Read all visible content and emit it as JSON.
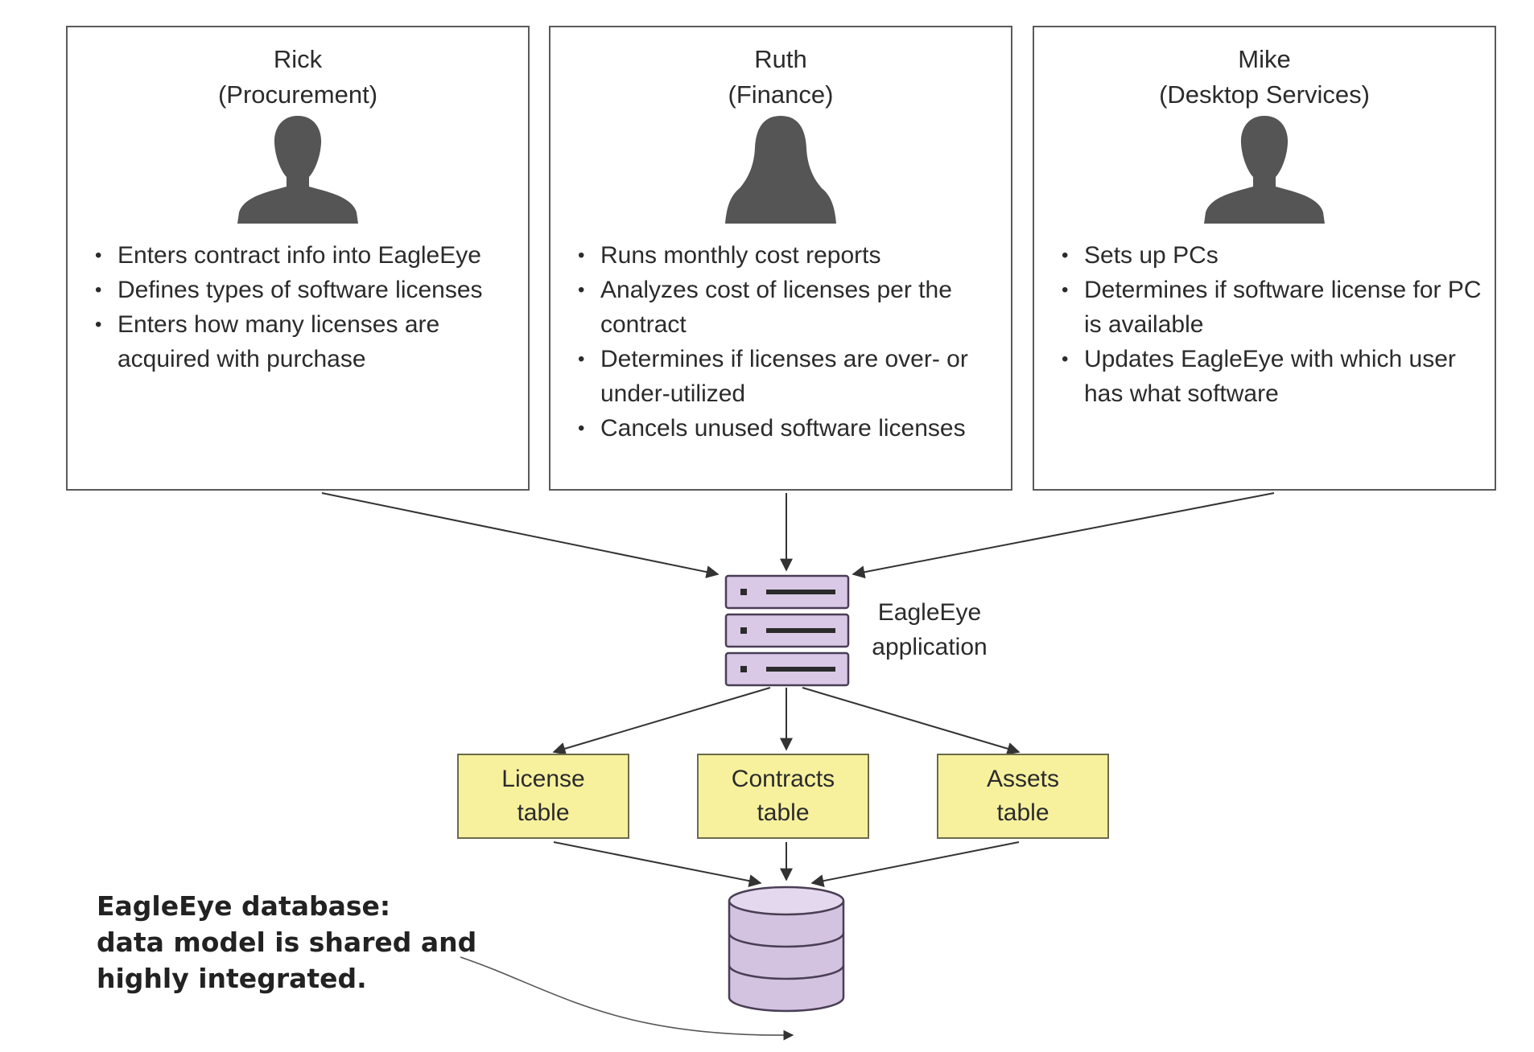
{
  "personas": [
    {
      "name": "Rick",
      "role": "(Procurement)",
      "icon": "male-user-icon",
      "bullets": [
        "Enters contract info into EagleEye",
        "Defines types of software licenses",
        "Enters how many licenses are acquired with purchase"
      ]
    },
    {
      "name": "Ruth",
      "role": "(Finance)",
      "icon": "female-user-icon",
      "bullets": [
        "Runs monthly cost reports",
        "Analyzes cost of licenses per the contract",
        "Determines if licenses are over- or under-utilized",
        "Cancels unused software licenses"
      ]
    },
    {
      "name": "Mike",
      "role": "(Desktop Services)",
      "icon": "male-user-icon",
      "bullets": [
        "Sets up PCs",
        "Determines if software license for PC is available",
        "Updates EagleEye with which user has what software"
      ]
    }
  ],
  "application": {
    "label_line1": "EagleEye",
    "label_line2": "application",
    "icon": "server-stack-icon"
  },
  "tables": [
    {
      "line1": "License",
      "line2": "table"
    },
    {
      "line1": "Contracts",
      "line2": "table"
    },
    {
      "line1": "Assets",
      "line2": "table"
    }
  ],
  "database": {
    "icon": "database-icon",
    "caption_line1": "EagleEye database:",
    "caption_line2": "data model is shared and",
    "caption_line3": "highly integrated."
  },
  "colors": {
    "server_fill": "#d9c9e6",
    "database_fill": "#d3c2e0",
    "table_fill": "#f7f19e",
    "avatar": "#555555"
  }
}
